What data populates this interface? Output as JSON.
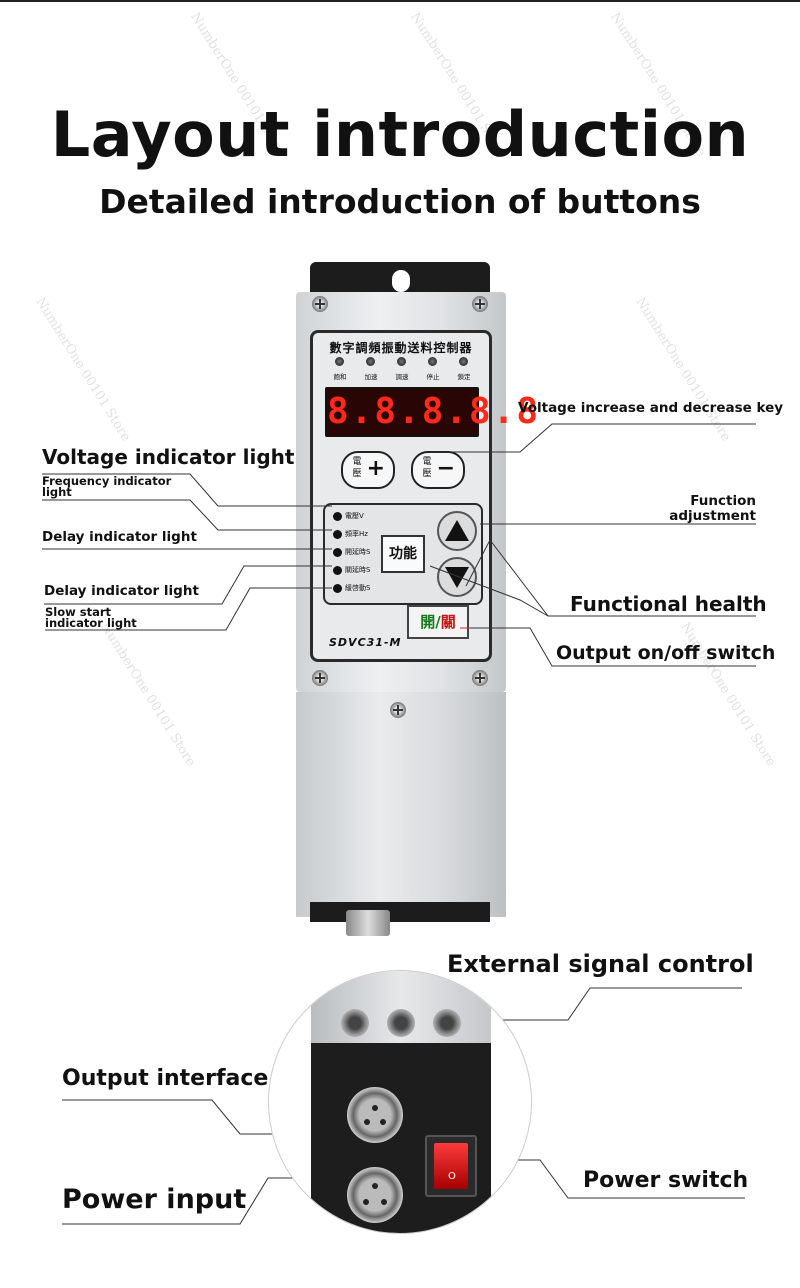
{
  "title": "Layout introduction",
  "subtitle": "Detailed introduction of buttons",
  "device": {
    "panel_title": "數字調頻振動送料控制器",
    "status_leds": [
      "飽和",
      "加速",
      "調速",
      "停止",
      "鎖定"
    ],
    "display_value": "8.8.8.8.8",
    "voltage_plus": {
      "char": "電壓",
      "symbol": "+"
    },
    "voltage_minus": {
      "char": "電壓",
      "symbol": "−"
    },
    "indicators": [
      "電壓V",
      "頻率Hz",
      "開延時S",
      "關延時S",
      "緩啓動S"
    ],
    "function_button": "功能",
    "onoff_open": "開",
    "onoff_close": "關",
    "onoff_sep": "/",
    "model": "SDVC31-M",
    "power_switch_mark": "O"
  },
  "labels": {
    "voltage_indicator_light": "Voltage indicator light",
    "frequency_indicator_light": "Frequency indicator light",
    "delay_indicator_light_1": "Delay indicator light",
    "delay_indicator_light_2": "Delay indicator light",
    "slow_start_indicator_light": "Slow start indicator light",
    "voltage_increase_decrease_key": "Voltage increase and decrease key",
    "function_adjustment": "Function adjustment",
    "functional_health": "Functional health",
    "output_onoff_switch": "Output on/off switch",
    "external_signal_control": "External signal control",
    "output_interface": "Output interface",
    "power_input": "Power input",
    "power_switch": "Power switch"
  },
  "watermark": "NumberOne 00101 Store",
  "colors": {
    "display_digits": "#ff2a1a",
    "rocker_switch": "#e01a1a",
    "text": "#111111"
  }
}
